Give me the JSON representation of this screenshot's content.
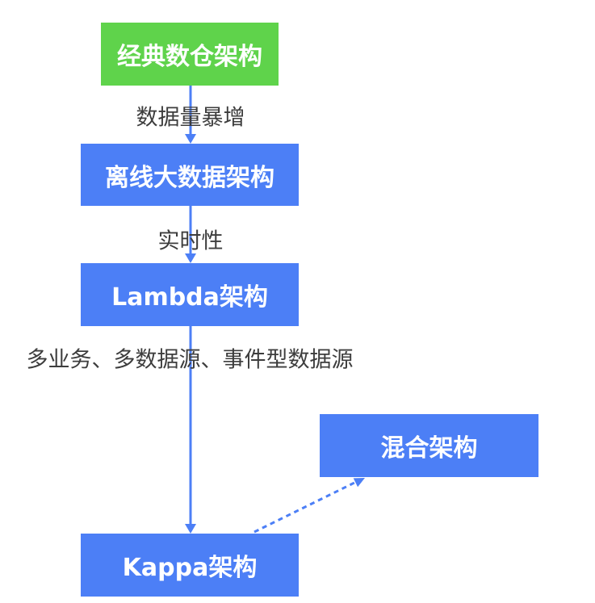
{
  "nodes": {
    "classic_dw": {
      "label": "经典数仓架构"
    },
    "offline_bigdata": {
      "label": "离线大数据架构"
    },
    "lambda": {
      "label": "Lambda架构"
    },
    "hybrid": {
      "label": "混合架构"
    },
    "kappa": {
      "label": "Kappa架构"
    }
  },
  "edges": [
    {
      "label": "数据量暴增"
    },
    {
      "label": "实时性"
    },
    {
      "label": "多业务、多数据源、事件型数据源"
    }
  ],
  "colors": {
    "node_green": "#5fd34b",
    "node_blue": "#4c7ff6",
    "arrow": "#4c7ff6",
    "label_text": "#3d3d3d",
    "node_text": "#ffffff"
  }
}
